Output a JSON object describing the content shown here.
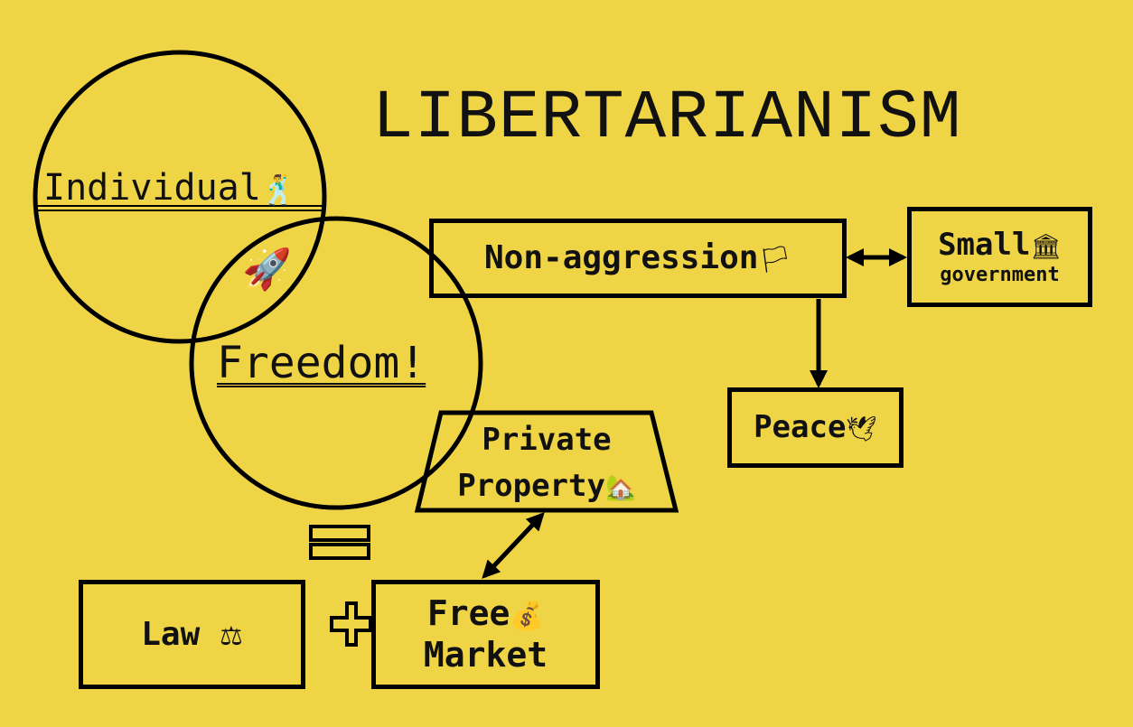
{
  "title": "LIBERTARIANISM",
  "circles": {
    "individual": {
      "label": "Individual",
      "icon": "person-icon",
      "glyph": "🕺"
    },
    "overlap": {
      "icon": "rocket-icon",
      "glyph": "🚀"
    },
    "freedom": {
      "label": "Freedom!"
    }
  },
  "boxes": {
    "non_aggression": {
      "label": "Non-aggression",
      "icon": "white-flag-icon",
      "glyph": "🏳"
    },
    "small_government": {
      "line1": "Small",
      "line2": "government",
      "icon": "bank-icon",
      "glyph": "🏛"
    },
    "peace": {
      "label": "Peace",
      "icon": "dove-icon",
      "glyph": "🕊"
    },
    "private_property": {
      "line1": "Private",
      "line2": "Property",
      "icon": "house-icon",
      "glyph": "🏡"
    },
    "law": {
      "label": "Law",
      "icon": "scales-icon",
      "glyph": "⚖"
    },
    "free_market": {
      "line1": "Free",
      "line2": "Market",
      "icon": "money-bag-icon",
      "glyph": "💰"
    }
  },
  "symbols": {
    "equals": "equals-icon",
    "plus": "plus-icon"
  },
  "colors": {
    "background": "#efd445",
    "ink": "#000000"
  }
}
